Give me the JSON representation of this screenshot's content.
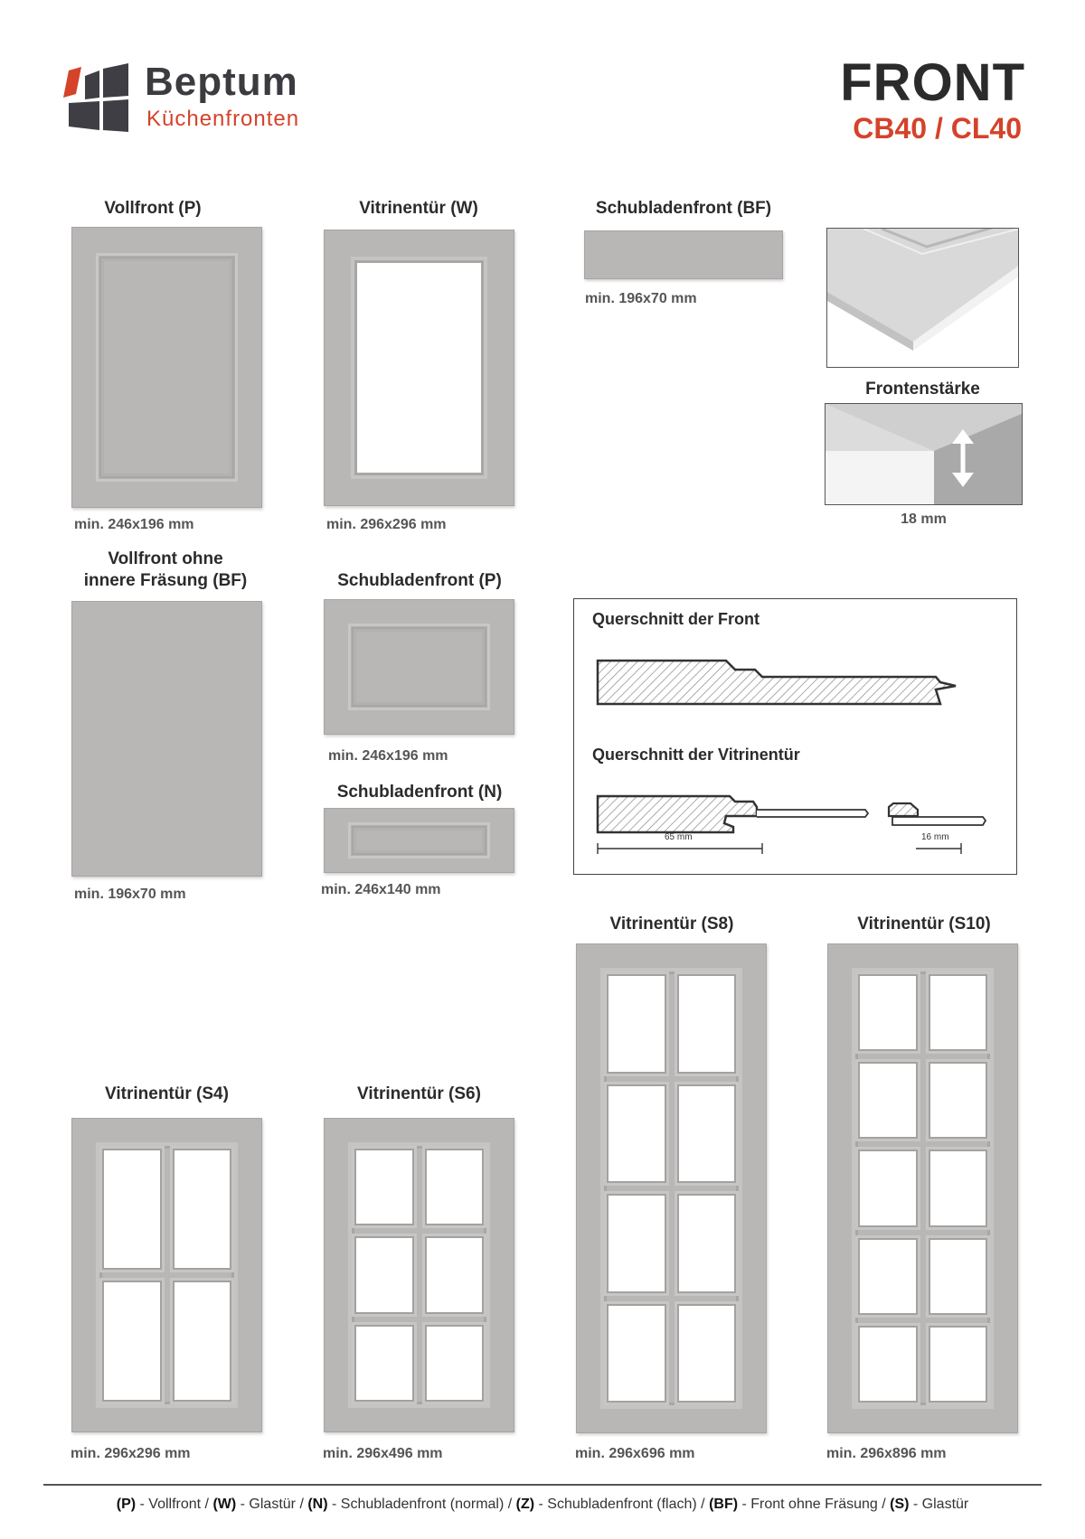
{
  "brand": {
    "name": "Beptum",
    "sub": "Küchenfronten",
    "accent": "#d4432a"
  },
  "header": {
    "front": "FRONT",
    "models": "CB40 / CL40"
  },
  "items": {
    "vollfront_p": {
      "title": "Vollfront (P)",
      "min": "min. 246x196 mm"
    },
    "vitrine_w": {
      "title": "Vitrinentür (W)",
      "min": "min. 296x296 mm"
    },
    "schub_bf": {
      "title": "Schubladenfront (BF)",
      "min": "min. 196x70 mm"
    },
    "vollfront_bf": {
      "title_line1": "Vollfront ohne",
      "title_line2": "innere Fräsung (BF)",
      "min": "min. 196x70 mm"
    },
    "schub_p": {
      "title": "Schubladenfront (P)",
      "min": "min. 246x196 mm"
    },
    "schub_n": {
      "title": "Schubladenfront (N)",
      "min": "min. 246x140 mm"
    },
    "s4": {
      "title": "Vitrinentür (S4)",
      "min": "min. 296x296 mm"
    },
    "s6": {
      "title": "Vitrinentür (S6)",
      "min": "min. 296x496 mm"
    },
    "s8": {
      "title": "Vitrinentür (S8)",
      "min": "min. 296x696 mm"
    },
    "s10": {
      "title": "Vitrinentür (S10)",
      "min": "min. 296x896 mm"
    }
  },
  "thickness": {
    "title": "Frontenstärke",
    "value": "18 mm"
  },
  "cross_section": {
    "front_title": "Querschnitt der Front",
    "vitrine_title": "Querschnitt der Vitrinentür",
    "dim1": "65 mm",
    "dim2": "16 mm"
  },
  "legend": [
    {
      "code": "(P)",
      "text": " - Vollfront / "
    },
    {
      "code": "(W)",
      "text": " - Glastür / "
    },
    {
      "code": "(N)",
      "text": " - Schubladenfront (normal) / "
    },
    {
      "code": "(Z)",
      "text": " - Schubladenfront (flach) / "
    },
    {
      "code": "(BF)",
      "text": " - Front ohne Fräsung / "
    },
    {
      "code": "(S)",
      "text": " - Glastür"
    }
  ]
}
